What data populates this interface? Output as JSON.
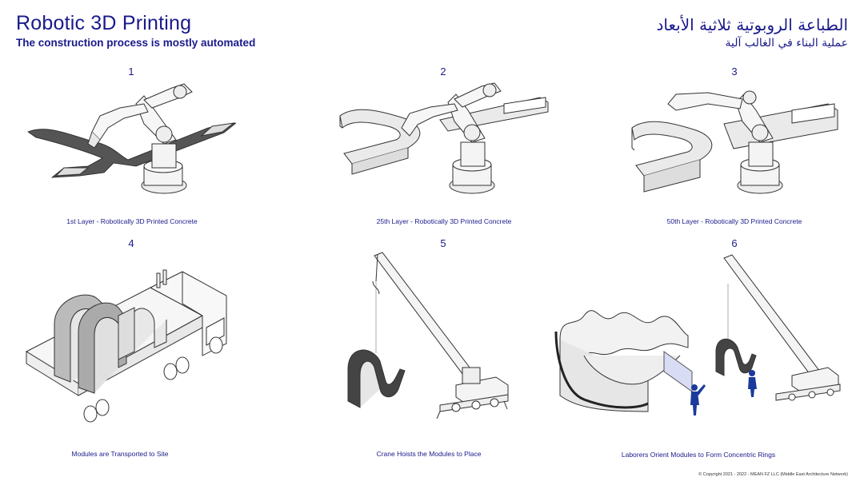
{
  "header": {
    "title": "Robotic 3D Printing",
    "subtitle": "The construction process is mostly automated",
    "title_ar": "الطباعة الروبوتية ثلاثية الأبعاد",
    "subtitle_ar": "عملية البناء في الغالب آلية"
  },
  "steps": [
    {
      "number": "1",
      "caption": "1st Layer - Robotically 3D Printed Concrete"
    },
    {
      "number": "2",
      "caption": "25th Layer - Robotically 3D Printed Concrete"
    },
    {
      "number": "3",
      "caption": "50th Layer - Robotically 3D Printed Concrete"
    },
    {
      "number": "4",
      "caption": "Modules are Transported to Site"
    },
    {
      "number": "5",
      "caption": "Crane Hoists the Modules to Place"
    },
    {
      "number": "6",
      "caption": "Laborers Orient Modules to Form Concentric Rings"
    }
  ],
  "footer": {
    "copyright": "© Copyright 2021 - 2022 - MEAN FZ LLC (Middle East Architecture Network)"
  },
  "colors": {
    "text": "#1a1a8c",
    "figure": "#1a3a9c",
    "line": "#333333",
    "fill": "#eeeeee"
  }
}
